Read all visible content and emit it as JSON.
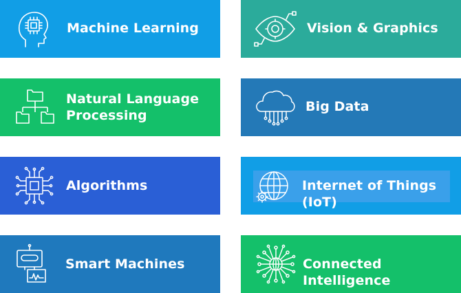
{
  "colors": {
    "machine_learning": "#119ee6",
    "natural_language_processing": "#14c06a",
    "algorithms": "#2a5fd6",
    "smart_machines": "#1f79bd",
    "vision_graphics": "#2bab9b",
    "big_data": "#2479b7",
    "iot": "#119ee6",
    "iot_inner": "#3aa0ea",
    "connected_intelligence": "#14c06a"
  },
  "tiles": {
    "machine_learning": {
      "label": "Machine Learning",
      "icon": "head-chip-icon"
    },
    "natural_language_processing": {
      "label": "Natural Language\nProcessing",
      "icon": "hierarchy-folders-icon"
    },
    "algorithms": {
      "label": "Algorithms",
      "icon": "circuit-chip-icon"
    },
    "smart_machines": {
      "label": "Smart Machines",
      "icon": "robot-device-icon"
    },
    "vision_graphics": {
      "label": "Vision & Graphics",
      "icon": "eye-icon"
    },
    "big_data": {
      "label": "Big Data",
      "icon": "cloud-data-icon"
    },
    "iot": {
      "label": "Internet of Things (IoT)",
      "icon": "globe-gear-icon"
    },
    "connected_intelligence": {
      "label": "Connected Intelligence",
      "icon": "globe-network-icon"
    }
  }
}
